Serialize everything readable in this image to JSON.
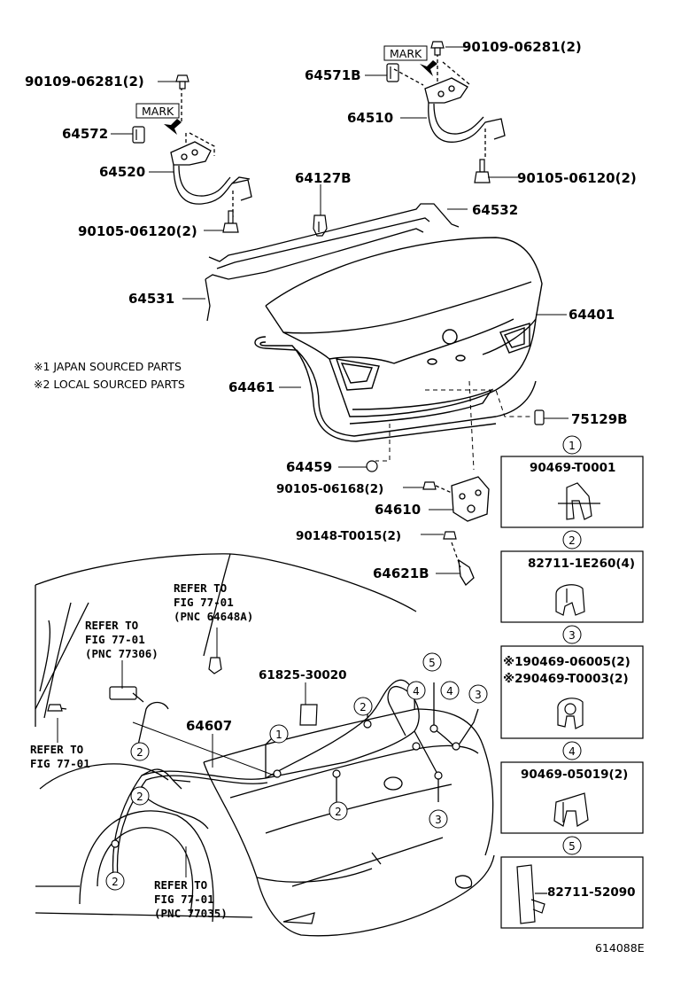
{
  "diagram_id": "614088E",
  "mark_label": "MARK",
  "notes": {
    "japan": "※1 JAPAN SOURCED PARTS",
    "local": "※2 LOCAL SOURCED PARTS"
  },
  "parts": {
    "p90109_left": "90109-06281(2)",
    "p90109_right": "90109-06281(2)",
    "p64571B": "64571B",
    "p64510": "64510",
    "p90105_right": "90105-06120(2)",
    "p64572": "64572",
    "p64520": "64520",
    "p64127B": "64127B",
    "p64532": "64532",
    "p90105_left": "90105-06120(2)",
    "p64531": "64531",
    "p64401": "64401",
    "p64461": "64461",
    "p75129B": "75129B",
    "p64459": "64459",
    "p90105_06168": "90105-06168(2)",
    "p64610": "64610",
    "p90148": "90148-T0015(2)",
    "p64621B": "64621B",
    "p61825": "61825-30020",
    "p64607": "64607"
  },
  "refs": {
    "ref_top": [
      "REFER TO",
      "FIG 77-01",
      "(PNC 64648A)"
    ],
    "ref_left": [
      "REFER TO",
      "FIG 77-01",
      "(PNC 77306)"
    ],
    "ref_far_left": [
      "REFER TO",
      "FIG 77-01"
    ],
    "ref_bottom": [
      "REFER TO",
      "FIG 77-01",
      "(PNC 77035)"
    ]
  },
  "callouts": {
    "c1": "1",
    "c2": "2",
    "c3": "3",
    "c4": "4",
    "c5": "5"
  },
  "legend": [
    {
      "num": "1",
      "lines": [
        "90469-T0001"
      ]
    },
    {
      "num": "2",
      "lines": [
        "82711-1E260(4)"
      ]
    },
    {
      "num": "3",
      "lines": [
        "※190469-06005(2)",
        "※290469-T0003(2)"
      ]
    },
    {
      "num": "4",
      "lines": [
        "90469-05019(2)"
      ]
    },
    {
      "num": "5",
      "lines": [
        "82711-52090"
      ]
    }
  ]
}
